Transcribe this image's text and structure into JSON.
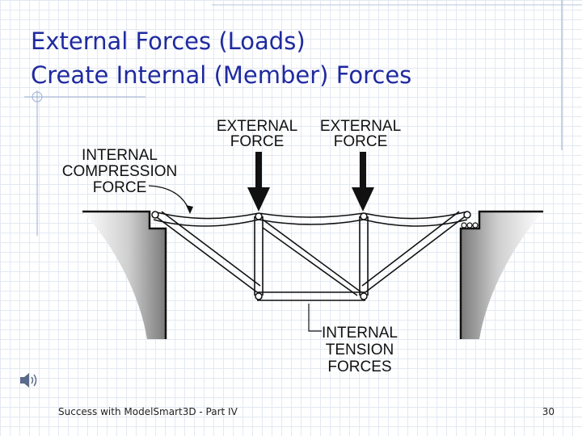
{
  "slide": {
    "title_line1": "External Forces (Loads)",
    "title_line2": "Create Internal (Member) Forces"
  },
  "diagram": {
    "external_force_left": [
      "EXTERNAL",
      "FORCE"
    ],
    "external_force_right": [
      "EXTERNAL",
      "FORCE"
    ],
    "compression_label": [
      "INTERNAL",
      "COMPRESSION",
      "FORCE"
    ],
    "tension_label": [
      "INTERNAL",
      "TENSION",
      "FORCES"
    ]
  },
  "footer": {
    "text": "Success with ModelSmart3D - Part IV",
    "page_number": "30"
  },
  "colors": {
    "title": "#1f2aa0",
    "deco_line": "#9aaed2"
  },
  "icons": {
    "speaker": "speaker-icon",
    "crosshair": "crosshair-icon"
  }
}
